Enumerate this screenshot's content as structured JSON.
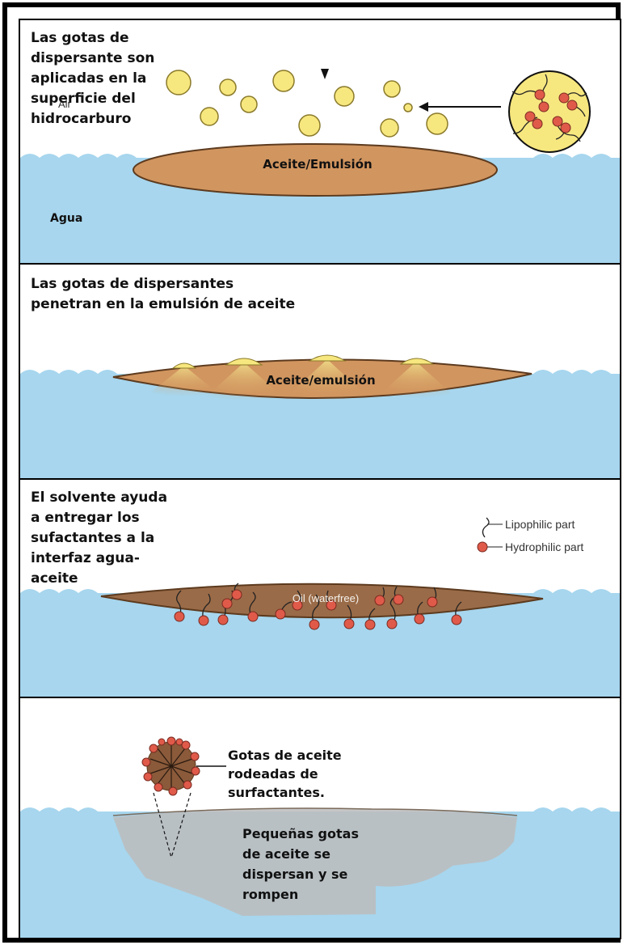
{
  "panels": [
    {
      "caption_lines": [
        "Las gotas de",
        "dispersante son",
        "aplicadas en la",
        "superficie del",
        "hidrocarburo"
      ],
      "air_label": "Air",
      "oil_label": "Aceite/Emulsión",
      "water_label": "Agua"
    },
    {
      "caption_lines": [
        "Las gotas de dispersantes",
        "penetran en la emulsión de aceite"
      ],
      "oil_label": "Aceite/emulsión"
    },
    {
      "caption_lines": [
        "El solvente ayuda",
        "a entregar los",
        "sufactantes a la",
        "interfaz agua-",
        "aceite"
      ],
      "oil_label": "Oil (waterfree)",
      "legend": {
        "lipophilic": "Lipophilic part",
        "hydrophilic": "Hydrophilic part"
      }
    },
    {
      "droplet_caption_lines": [
        "Gotas de aceite",
        "rodeadas de",
        "surfactantes."
      ],
      "dispersion_caption_lines": [
        "Pequeñas gotas",
        "de aceite se",
        "dispersan y se",
        "rompen"
      ]
    }
  ],
  "colors": {
    "water": "#a7d6ee",
    "oil": "#d1955f",
    "oil_edge": "#5c3a1e",
    "dispersant": "#f7e77f",
    "dispersant_edge": "#8a7a2a",
    "surfactant_head": "#e05a4a",
    "frame": "#000000"
  }
}
